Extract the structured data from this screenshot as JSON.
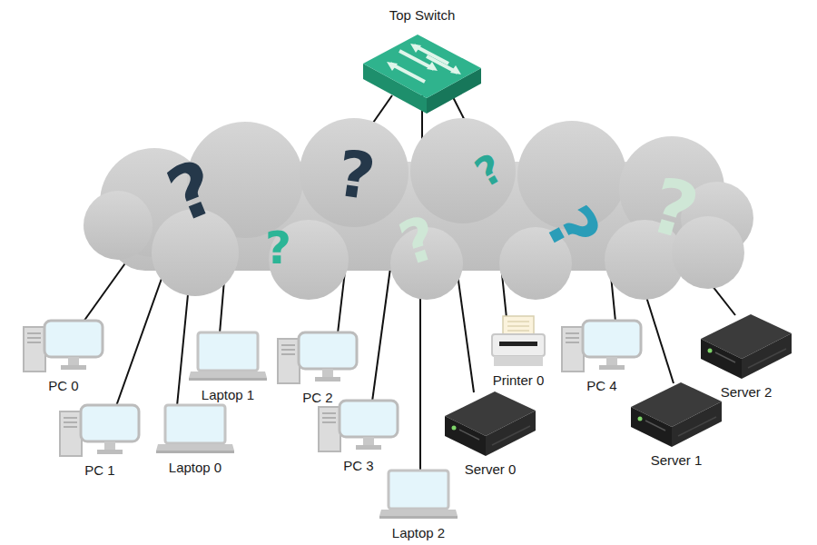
{
  "diagram": {
    "nodes": [
      {
        "text": [
          "Top Switch"
        ]
      },
      {
        "text": [
          "?",
          "?",
          "?",
          "?",
          "?",
          "?",
          "?"
        ]
      },
      {
        "text": [
          "PC 0"
        ]
      },
      {
        "text": [
          "Laptop 1"
        ]
      },
      {
        "text": [
          "PC 2"
        ]
      },
      {
        "text": [
          "Printer 0"
        ]
      },
      {
        "text": [
          "PC 4"
        ]
      },
      {
        "text": [
          "Server 2"
        ]
      },
      {
        "text": [
          "PC 1"
        ]
      },
      {
        "text": [
          "Laptop 0"
        ]
      },
      {
        "text": [
          "PC 3"
        ]
      },
      {
        "text": [
          "Server 0"
        ]
      },
      {
        "text": [
          "Server 1"
        ]
      },
      {
        "text": [
          "Laptop 2"
        ]
      }
    ],
    "edges": [
      {
        "from": 0,
        "to": 1,
        "arrow": "none"
      },
      {
        "from": 0,
        "to": 1,
        "arrow": "none"
      },
      {
        "from": 0,
        "to": 1,
        "arrow": "none"
      },
      {
        "from": 1,
        "to": 2,
        "arrow": "none"
      },
      {
        "from": 1,
        "to": 3,
        "arrow": "none"
      },
      {
        "from": 1,
        "to": 4,
        "arrow": "none"
      },
      {
        "from": 1,
        "to": 5,
        "arrow": "none"
      },
      {
        "from": 1,
        "to": 6,
        "arrow": "none"
      },
      {
        "from": 1,
        "to": 7,
        "arrow": "none"
      },
      {
        "from": 1,
        "to": 8,
        "arrow": "none"
      },
      {
        "from": 1,
        "to": 9,
        "arrow": "none"
      },
      {
        "from": 1,
        "to": 10,
        "arrow": "none"
      },
      {
        "from": 1,
        "to": 11,
        "arrow": "none"
      },
      {
        "from": 1,
        "to": 12,
        "arrow": "none"
      },
      {
        "from": 1,
        "to": 13,
        "arrow": "none"
      }
    ]
  }
}
